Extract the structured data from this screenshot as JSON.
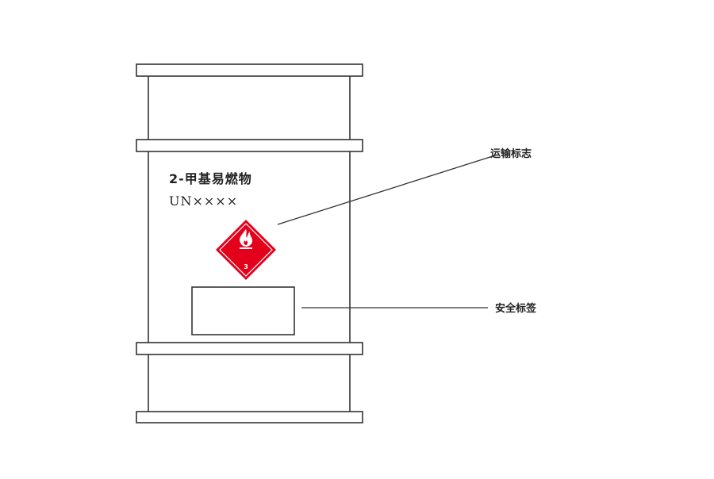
{
  "drum": {
    "product_name": "2-甲基易燃物",
    "un_number": "UN××××"
  },
  "hazard_label": {
    "class_number": "3",
    "symbol": "flame-icon",
    "color": "#e3001b"
  },
  "callouts": {
    "transport_mark": "运输标志",
    "safety_label": "安全标签"
  },
  "colors": {
    "outline": "#333333",
    "label_red": "#e3001b",
    "background": "#ffffff"
  }
}
